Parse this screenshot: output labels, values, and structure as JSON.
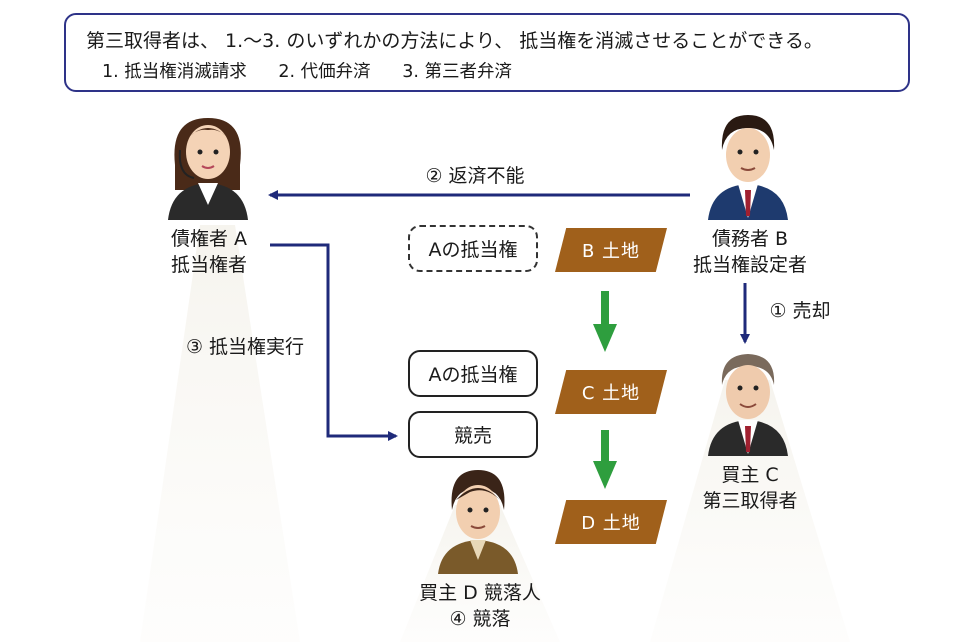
{
  "infobox": {
    "line1": "第三取得者は、 1.〜3. のいずれかの方法により、 抵当権を消滅させることができる。",
    "methods": [
      "1. 抵当権消滅請求",
      "2. 代価弁済",
      "3. 第三者弁済"
    ]
  },
  "persons": {
    "a": {
      "line1": "債権者 A",
      "line2": "抵当権者"
    },
    "b": {
      "line1": "債務者 B",
      "line2": "抵当権設定者"
    },
    "c": {
      "line1": "買主 C",
      "line2": "第三取得者"
    },
    "d": {
      "line1": "買主 D 競落人",
      "line2": "④ 競落"
    }
  },
  "arrows": {
    "default": "② 返済不能",
    "sale": "① 売却",
    "execution": "③ 抵当権実行"
  },
  "boxes": {
    "mortgage_dashed": "Aの抵当権",
    "mortgage": "Aの抵当権",
    "auction": "競売"
  },
  "lands": {
    "b": "B 土地",
    "c": "C 土地",
    "d": "D 土地"
  },
  "colors": {
    "border_navy": "#2e3388",
    "arrow_navy": "#1f2a7a",
    "arrow_green": "#2e9e3e",
    "land_brown": "#a0601b"
  }
}
